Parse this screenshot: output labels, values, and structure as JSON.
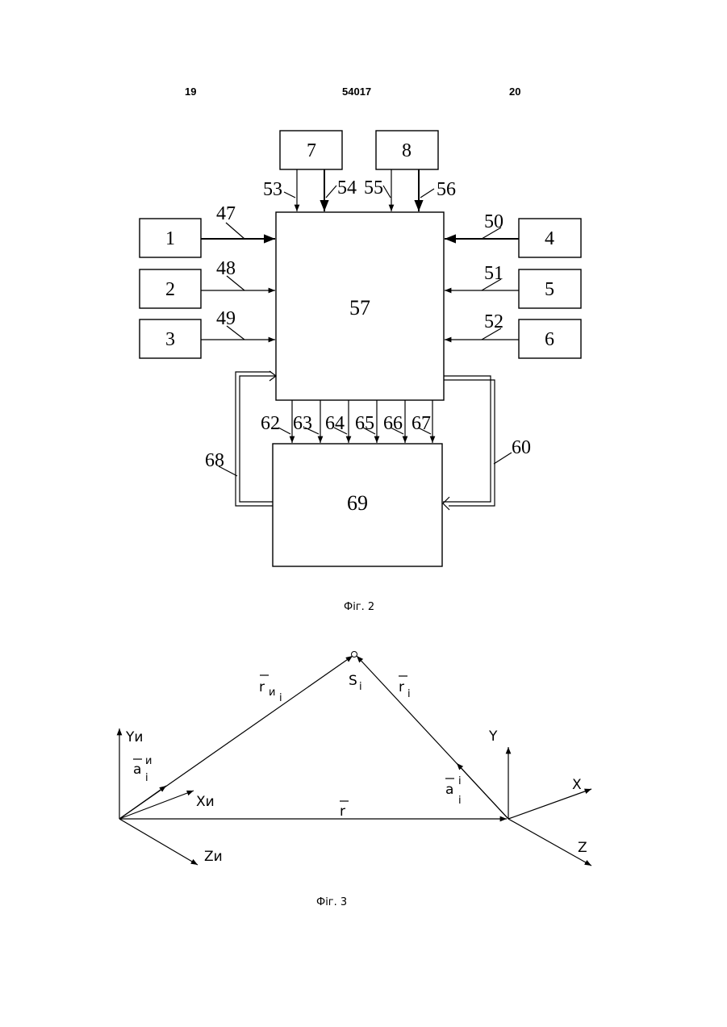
{
  "header": {
    "left_page": "19",
    "patent_number": "54017",
    "right_page": "20"
  },
  "fig2": {
    "caption": "Фіг. 2",
    "blocks": {
      "b1": "1",
      "b2": "2",
      "b3": "3",
      "b4": "4",
      "b5": "5",
      "b6": "6",
      "b7": "7",
      "b8": "8",
      "central": "57",
      "bottom": "69"
    },
    "link_labels": {
      "l47": "47",
      "l48": "48",
      "l49": "49",
      "l50": "50",
      "l51": "51",
      "l52": "52",
      "l53": "53",
      "l54": "54",
      "l55": "55",
      "l56": "56",
      "l60": "60",
      "l62": "62",
      "l63": "63",
      "l64": "64",
      "l65": "65",
      "l66": "66",
      "l67": "67",
      "l68": "68"
    }
  },
  "fig3": {
    "caption": "Фіг. 3",
    "point_label": "S",
    "point_sub": "i",
    "vectors": {
      "r_main": "r",
      "r_i": "r",
      "r_i_sub": "i",
      "r_ui": "r",
      "r_ui_sub": "и",
      "r_ui_sub2": "i",
      "a_ui": "a",
      "a_ui_sup": "и",
      "a_ui_sub": "i",
      "a_i": "a",
      "a_i_sup": "i",
      "a_i_sub": "i"
    },
    "axes": {
      "y_u": "Yи",
      "x_u": "Xи",
      "z_u": "Zи",
      "y": "Y",
      "x": "X",
      "z": "Z"
    }
  }
}
